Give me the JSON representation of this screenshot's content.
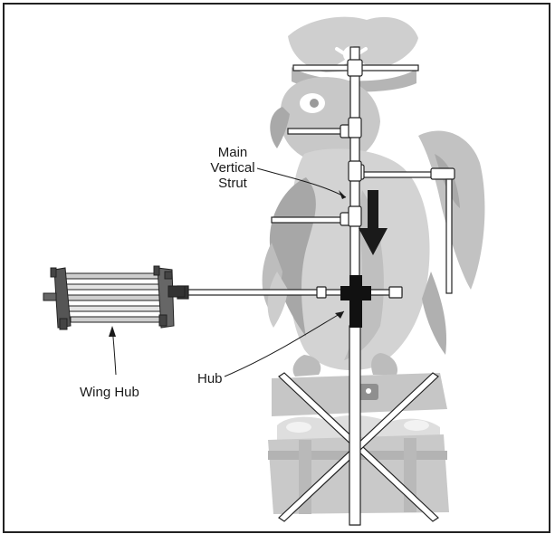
{
  "labels": {
    "main_vertical_strut": [
      "Main",
      "Vertical",
      "Strut"
    ],
    "hub": "Hub",
    "wing_hub": "Wing Hub"
  },
  "colors": {
    "frame": "#222222",
    "figure_light": "#d9d9d9",
    "figure_mid": "#bdbdbd",
    "figure_dark": "#a3a3a3",
    "hub": "#111111",
    "arrow": "#1a1a1a",
    "tube": "#ffffff"
  }
}
